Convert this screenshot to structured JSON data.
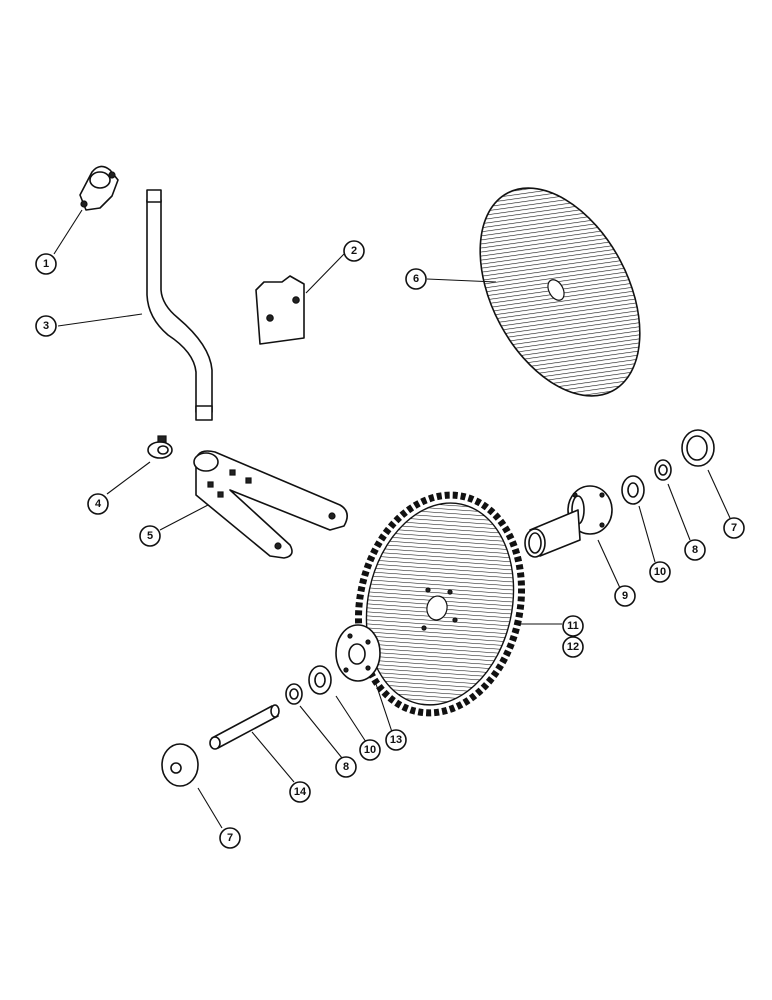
{
  "diagram": {
    "callouts": [
      {
        "id": "c1",
        "label": "1"
      },
      {
        "id": "c2",
        "label": "2"
      },
      {
        "id": "c3",
        "label": "3"
      },
      {
        "id": "c4",
        "label": "4"
      },
      {
        "id": "c5",
        "label": "5"
      },
      {
        "id": "c6",
        "label": "6"
      },
      {
        "id": "c7a",
        "label": "7"
      },
      {
        "id": "c8a",
        "label": "8"
      },
      {
        "id": "c9",
        "label": "9"
      },
      {
        "id": "c10a",
        "label": "10"
      },
      {
        "id": "c11",
        "label": "11"
      },
      {
        "id": "c12",
        "label": "12"
      },
      {
        "id": "c13",
        "label": "13"
      },
      {
        "id": "c10b",
        "label": "10"
      },
      {
        "id": "c8b",
        "label": "8"
      },
      {
        "id": "c14",
        "label": "14"
      },
      {
        "id": "c7b",
        "label": "7"
      }
    ]
  }
}
